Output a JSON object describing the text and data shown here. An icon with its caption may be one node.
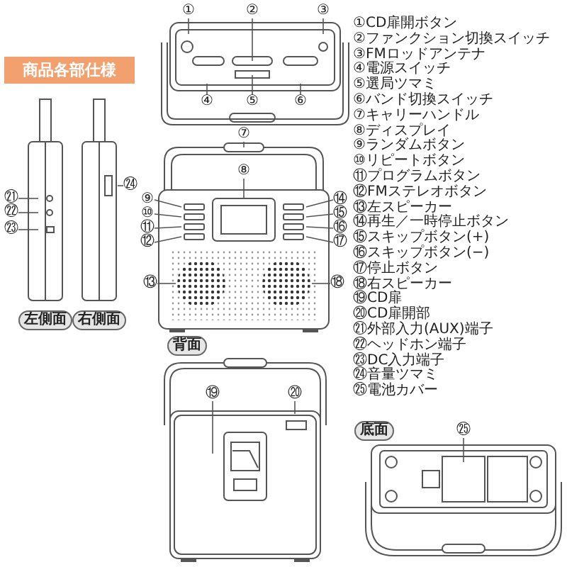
{
  "diagram": {
    "title": "商品各部仕様",
    "nodes": [
      {
        "text": [
          "①"
        ]
      },
      {
        "text": [
          "②"
        ]
      },
      {
        "text": [
          "③"
        ]
      },
      {
        "text": [
          "④"
        ]
      },
      {
        "text": [
          "⑤"
        ]
      },
      {
        "text": [
          "⑥"
        ]
      },
      {
        "text": [
          "⑦"
        ]
      },
      {
        "text": [
          "⑧"
        ]
      },
      {
        "text": [
          "⑨"
        ]
      },
      {
        "text": [
          "⑩"
        ]
      },
      {
        "text": [
          "⑪"
        ]
      },
      {
        "text": [
          "⑫"
        ]
      },
      {
        "text": [
          "⑬"
        ]
      },
      {
        "text": [
          "⑭"
        ]
      },
      {
        "text": [
          "⑮"
        ]
      },
      {
        "text": [
          "⑯"
        ]
      },
      {
        "text": [
          "⑰"
        ]
      },
      {
        "text": [
          "⑱"
        ]
      },
      {
        "text": [
          "⑲"
        ]
      },
      {
        "text": [
          "⑳"
        ]
      },
      {
        "text": [
          "㉑"
        ]
      },
      {
        "text": [
          "㉒"
        ]
      },
      {
        "text": [
          "㉓"
        ]
      },
      {
        "text": [
          "㉔"
        ]
      },
      {
        "text": [
          "㉕"
        ]
      }
    ],
    "edges": [
      {
        "from": 0,
        "to": null,
        "arrow": "none"
      },
      {
        "from": 1,
        "to": null,
        "arrow": "none"
      },
      {
        "from": 2,
        "to": null,
        "arrow": "none"
      },
      {
        "from": 3,
        "to": null,
        "arrow": "none"
      },
      {
        "from": 4,
        "to": null,
        "arrow": "none"
      },
      {
        "from": 5,
        "to": null,
        "arrow": "none"
      },
      {
        "from": 6,
        "to": null,
        "arrow": "none"
      },
      {
        "from": 7,
        "to": null,
        "arrow": "none"
      },
      {
        "from": 8,
        "to": null,
        "arrow": "none"
      },
      {
        "from": 9,
        "to": null,
        "arrow": "none"
      },
      {
        "from": 10,
        "to": null,
        "arrow": "none"
      },
      {
        "from": 11,
        "to": null,
        "arrow": "none"
      },
      {
        "from": 12,
        "to": null,
        "arrow": "none"
      },
      {
        "from": 13,
        "to": null,
        "arrow": "none"
      },
      {
        "from": 14,
        "to": null,
        "arrow": "none"
      },
      {
        "from": 15,
        "to": null,
        "arrow": "none"
      },
      {
        "from": 16,
        "to": null,
        "arrow": "none"
      },
      {
        "from": 17,
        "to": null,
        "arrow": "none"
      },
      {
        "from": 18,
        "to": null,
        "arrow": "none"
      },
      {
        "from": 19,
        "to": null,
        "arrow": "none"
      },
      {
        "from": 20,
        "to": null,
        "arrow": "none"
      },
      {
        "from": 21,
        "to": null,
        "arrow": "none"
      },
      {
        "from": 22,
        "to": null,
        "arrow": "none"
      },
      {
        "from": 23,
        "to": null,
        "arrow": "none"
      },
      {
        "from": 24,
        "to": null,
        "arrow": "none"
      }
    ],
    "labels": [
      "①CD扉開ボタン",
      "②ファンクション切換スイッチ",
      "③FMロッドアンテナ",
      "④電源スイッチ",
      "⑤選局ツマミ",
      "⑥バンド切換スイッチ",
      "⑦キャリーハンドル",
      "⑧ディスプレイ",
      "⑨ランダムボタン",
      "⑩リピートボタン",
      "⑪プログラムボタン",
      "⑫FMステレオボタン",
      "⑬左スピーカー",
      "⑭再生／一時停止ボタン",
      "⑮スキップボタン(+)",
      "⑯スキップボタン(−)",
      "⑰停止ボタン",
      "⑱右スピーカー",
      "⑲CD扉",
      "⑳CD扉開部",
      "㉑外部入力(AUX)端子",
      "㉒ヘッドホン端子",
      "㉓DC入力端子",
      "㉔音量ツマミ",
      "㉕電池カバー",
      "背面",
      "左側面",
      "右側面",
      "底面"
    ]
  }
}
